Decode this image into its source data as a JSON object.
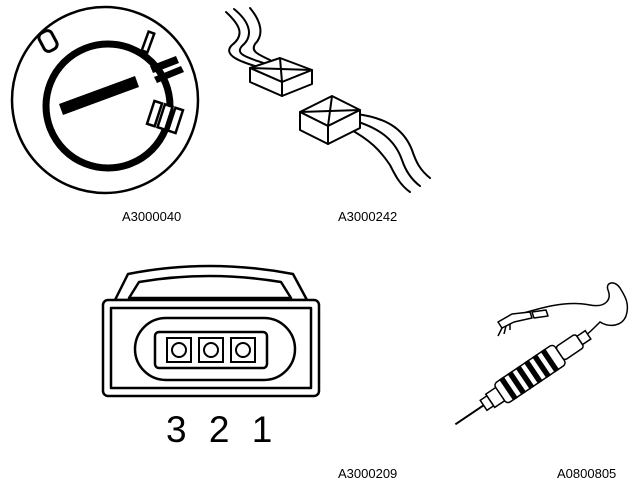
{
  "figures": {
    "ignition_switch": {
      "caption": "A3000040",
      "positions": [
        "0",
        "I",
        "II",
        "III"
      ]
    },
    "connector_pair": {
      "caption": "A3000242"
    },
    "three_pin_connector": {
      "caption": "A3000209",
      "pin_numbers": "3 2 1"
    },
    "test_lamp": {
      "caption": "A0800805"
    }
  },
  "colors": {
    "ink": "#000000",
    "paper": "#ffffff"
  }
}
